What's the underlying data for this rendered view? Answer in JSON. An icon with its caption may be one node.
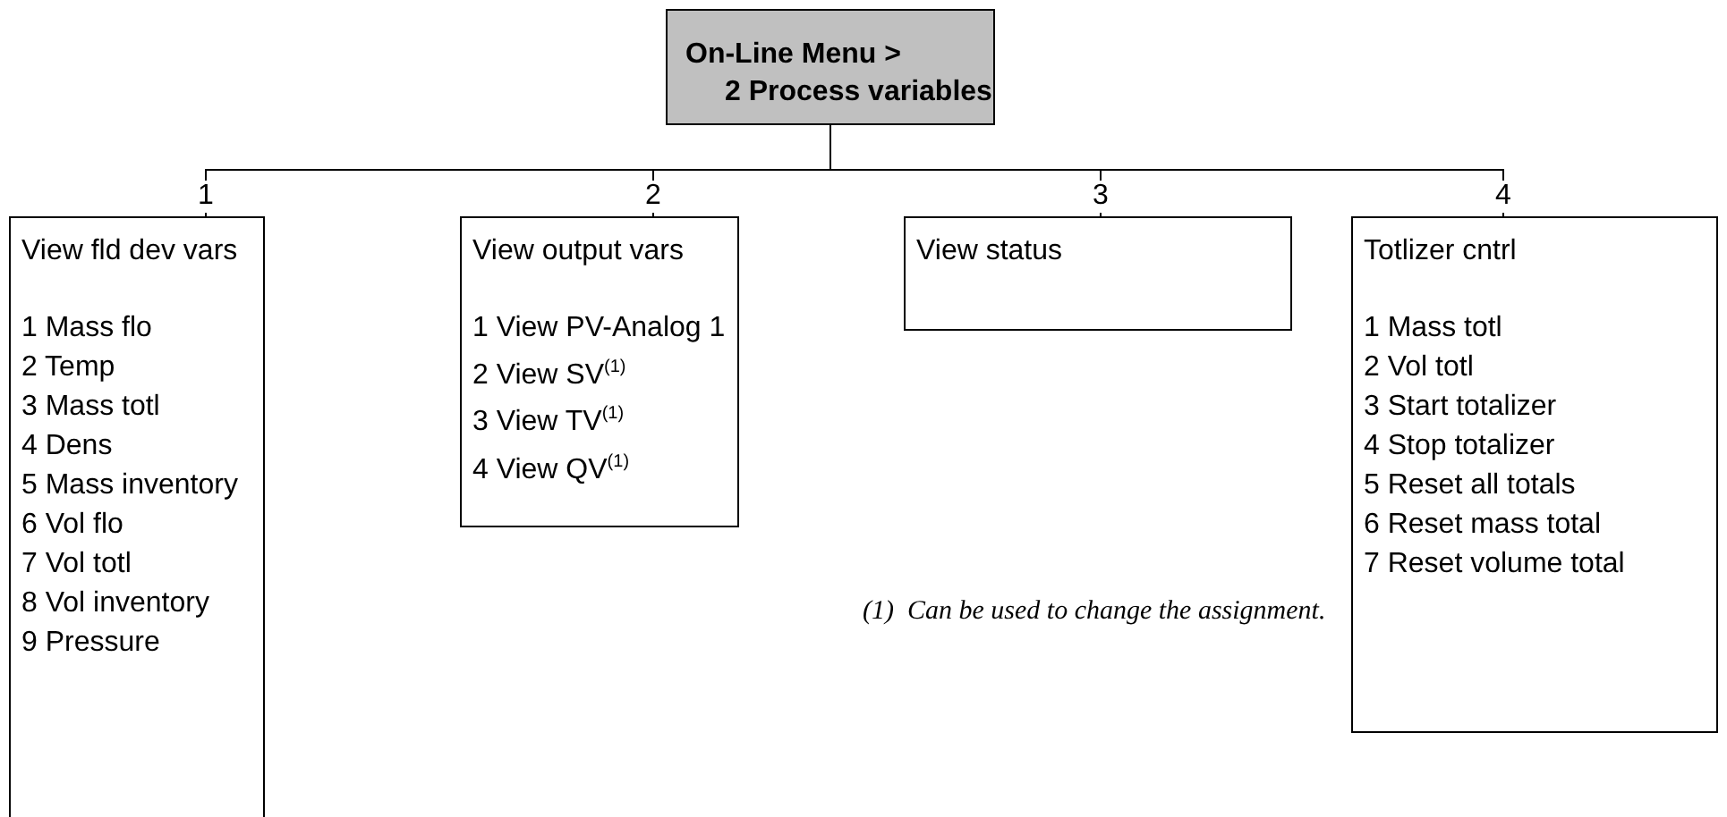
{
  "diagram": {
    "nodes": [
      {
        "text": [
          "On-Line Menu >",
          "2 Process variables"
        ]
      },
      {
        "text": [
          "View fld dev vars",
          "1 Mass flo",
          "2 Temp",
          "3 Mass totl",
          "4 Dens",
          "5 Mass inventory",
          "6 Vol flo",
          "7 Vol totl",
          "8 Vol inventory",
          "9 Pressure"
        ]
      },
      {
        "text": [
          "View output vars",
          "1 View PV-Analog 1",
          "2 View SV$^{(1)}$",
          "3 View TV$^{(1)}$",
          "4 View QV$^{(1)}$"
        ]
      },
      {
        "text": [
          "View status"
        ]
      },
      {
        "text": [
          "Totlizer cntrl",
          "1 Mass totl",
          "2 Vol totl",
          "3 Start totalizer",
          "4 Stop totalizer",
          "5 Reset all totals",
          "6 Reset mass total",
          "7 Reset volume total"
        ]
      }
    ],
    "edges": [
      {
        "from": 0,
        "to": 1,
        "arrow": "none",
        "label": "1"
      },
      {
        "from": 0,
        "to": 2,
        "arrow": "none",
        "label": "2"
      },
      {
        "from": 0,
        "to": 3,
        "arrow": "none",
        "label": "3"
      },
      {
        "from": 0,
        "to": 4,
        "arrow": "none",
        "label": "4"
      }
    ],
    "labels": [
      "(1)  Can be used to change the assignment."
    ]
  }
}
